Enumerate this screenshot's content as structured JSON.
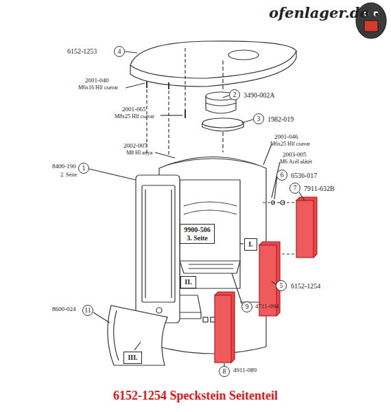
{
  "diagram": {
    "caption": "6152-1254 Speckstein Seitenteil",
    "nodes": [
      {
        "text": [
          "4"
        ]
      },
      {
        "text": [
          "2"
        ]
      },
      {
        "text": [
          "3"
        ]
      },
      {
        "text": [
          "6"
        ]
      },
      {
        "text": [
          "7"
        ]
      },
      {
        "text": [
          "1"
        ]
      },
      {
        "text": [
          "9900-506",
          "3. Seite"
        ]
      },
      {
        "text": [
          "I."
        ]
      },
      {
        "text": [
          "5"
        ]
      },
      {
        "text": [
          "II."
        ]
      },
      {
        "text": [
          "9"
        ]
      },
      {
        "text": [
          "11"
        ]
      },
      {
        "text": [
          "III."
        ]
      },
      {
        "text": [
          "8"
        ]
      }
    ],
    "labels": [
      "ofenlager.de",
      "6152-1253",
      "2001-040",
      "M6x16 Hlf csavar",
      "3490-002A",
      "2001-065",
      "M8x25 Hlf csavar",
      "1982-019",
      "2001-046",
      "M6x25 Hlf csavar",
      "2002-007",
      "M8 Hl anya",
      "2003-005",
      "M6 Acél alátét",
      "8400-190",
      "6536-017",
      "2. Seite",
      "7911-632B",
      "6152-1254",
      "4711-094",
      "8600-024",
      "4911-089"
    ]
  }
}
